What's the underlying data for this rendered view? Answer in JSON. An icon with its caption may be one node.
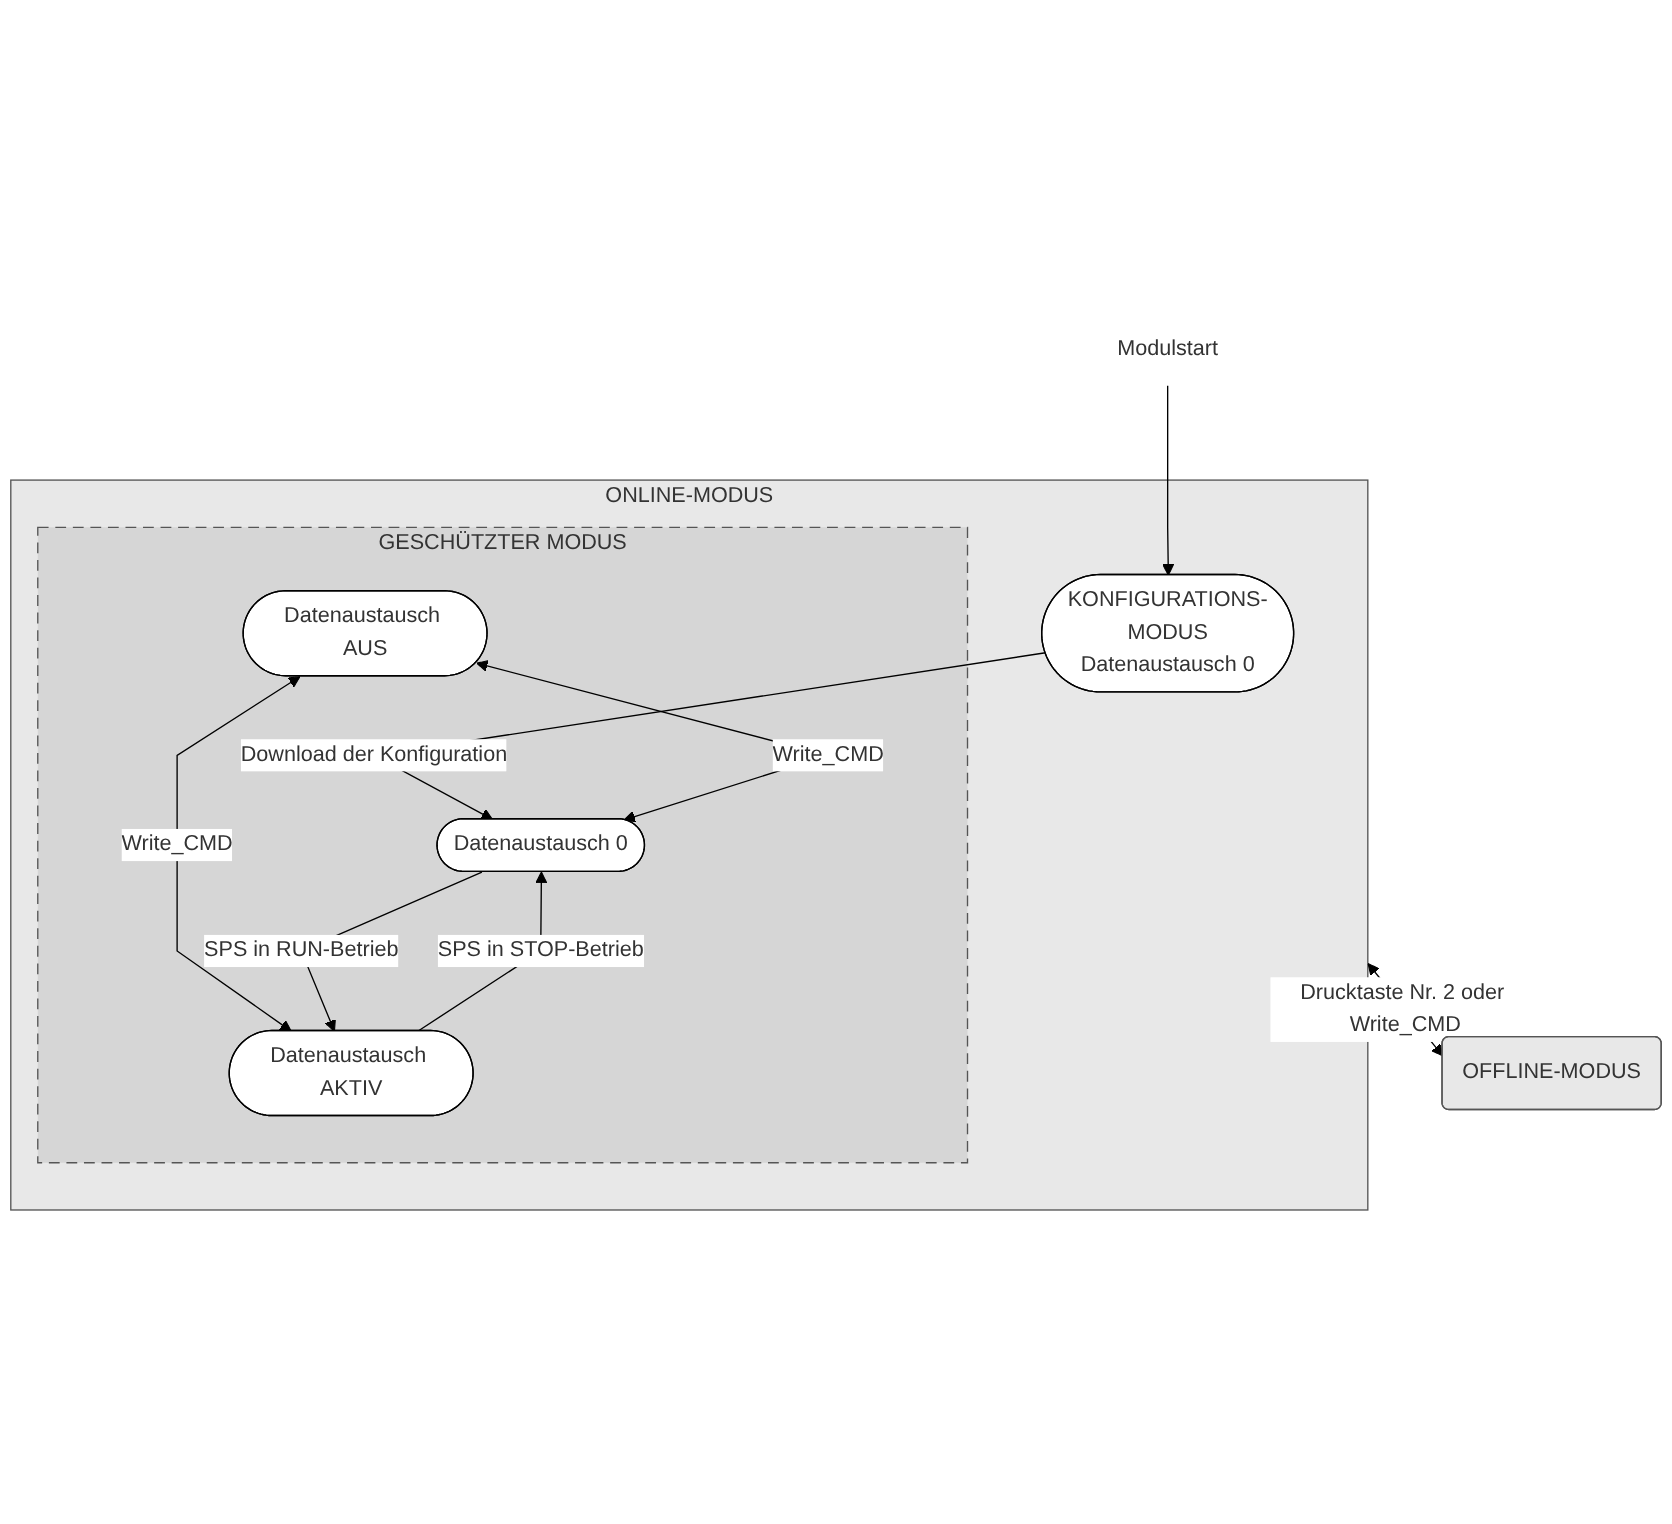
{
  "diagram": {
    "nodes": [
      {
        "text": [
          "Modulstart"
        ]
      },
      {
        "text": [
          "ONLINE-MODUS"
        ]
      },
      {
        "text": [
          "KONFIGURATIONS-MODUS",
          "Datenaustausch 0"
        ],
        "in": 1
      },
      {
        "text": [
          "GESCHÜTZTER MODUS"
        ],
        "in": 1
      },
      {
        "text": [
          "Datenaustausch 0"
        ],
        "in": 3
      },
      {
        "text": [
          "Datenaustausch AUS"
        ],
        "in": 3
      },
      {
        "text": [
          "Datenaustausch AKTIV"
        ],
        "in": 3
      },
      {
        "text": [
          "OFFLINE-MODUS"
        ]
      }
    ],
    "edges": [
      {
        "from": 0,
        "to": 2,
        "arrow": "to"
      },
      {
        "from": 2,
        "to": 4,
        "arrow": "to",
        "label": "Download der Konfiguration"
      },
      {
        "from": 1,
        "to": 7,
        "arrow": "both",
        "label": "Drucktaste Nr. 2 oder Write_CMD"
      },
      {
        "from": 5,
        "to": 4,
        "arrow": "both",
        "label": "Write_CMD"
      },
      {
        "from": 5,
        "to": 6,
        "arrow": "both",
        "label": "Write_CMD"
      },
      {
        "from": 4,
        "to": 6,
        "arrow": "to",
        "label": "SPS in RUN-Betrieb"
      },
      {
        "from": 6,
        "to": 4,
        "arrow": "to",
        "label": "SPS in STOP-Betrieb"
      }
    ]
  }
}
